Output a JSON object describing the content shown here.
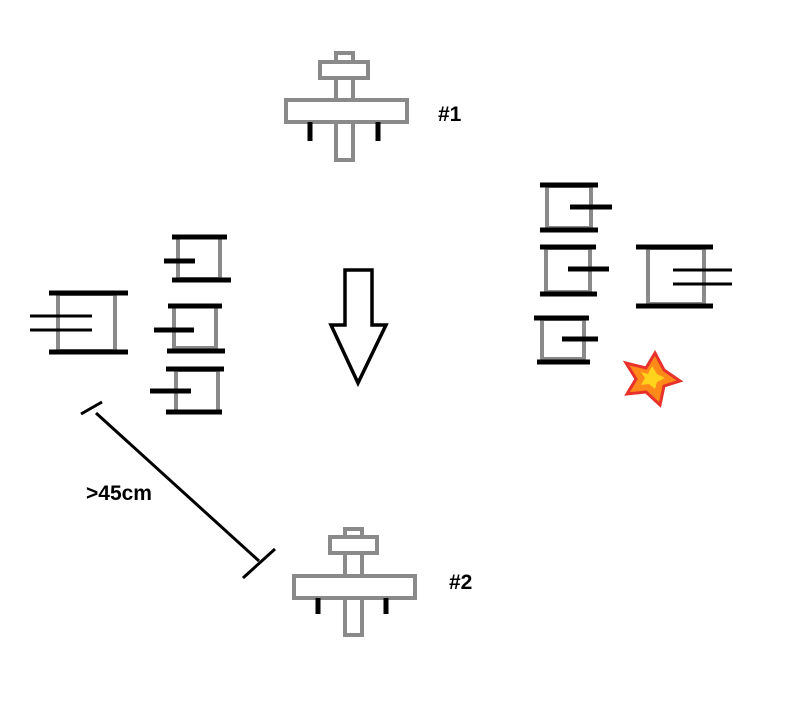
{
  "labels": {
    "top_plane": "#1",
    "bottom_plane": "#2",
    "distance": ">45cm"
  },
  "colors": {
    "outline_gray": "#8a8a8a",
    "ink": "#000000",
    "star_outer": "#e8312b",
    "star_inner": "#ffd21c",
    "star_mid": "#ff8a1a",
    "background": "#ffffff"
  },
  "icons": {
    "plane": "airplane-top-view-icon",
    "arrow": "down-arrow-icon",
    "collision": "explosion-star-icon"
  }
}
